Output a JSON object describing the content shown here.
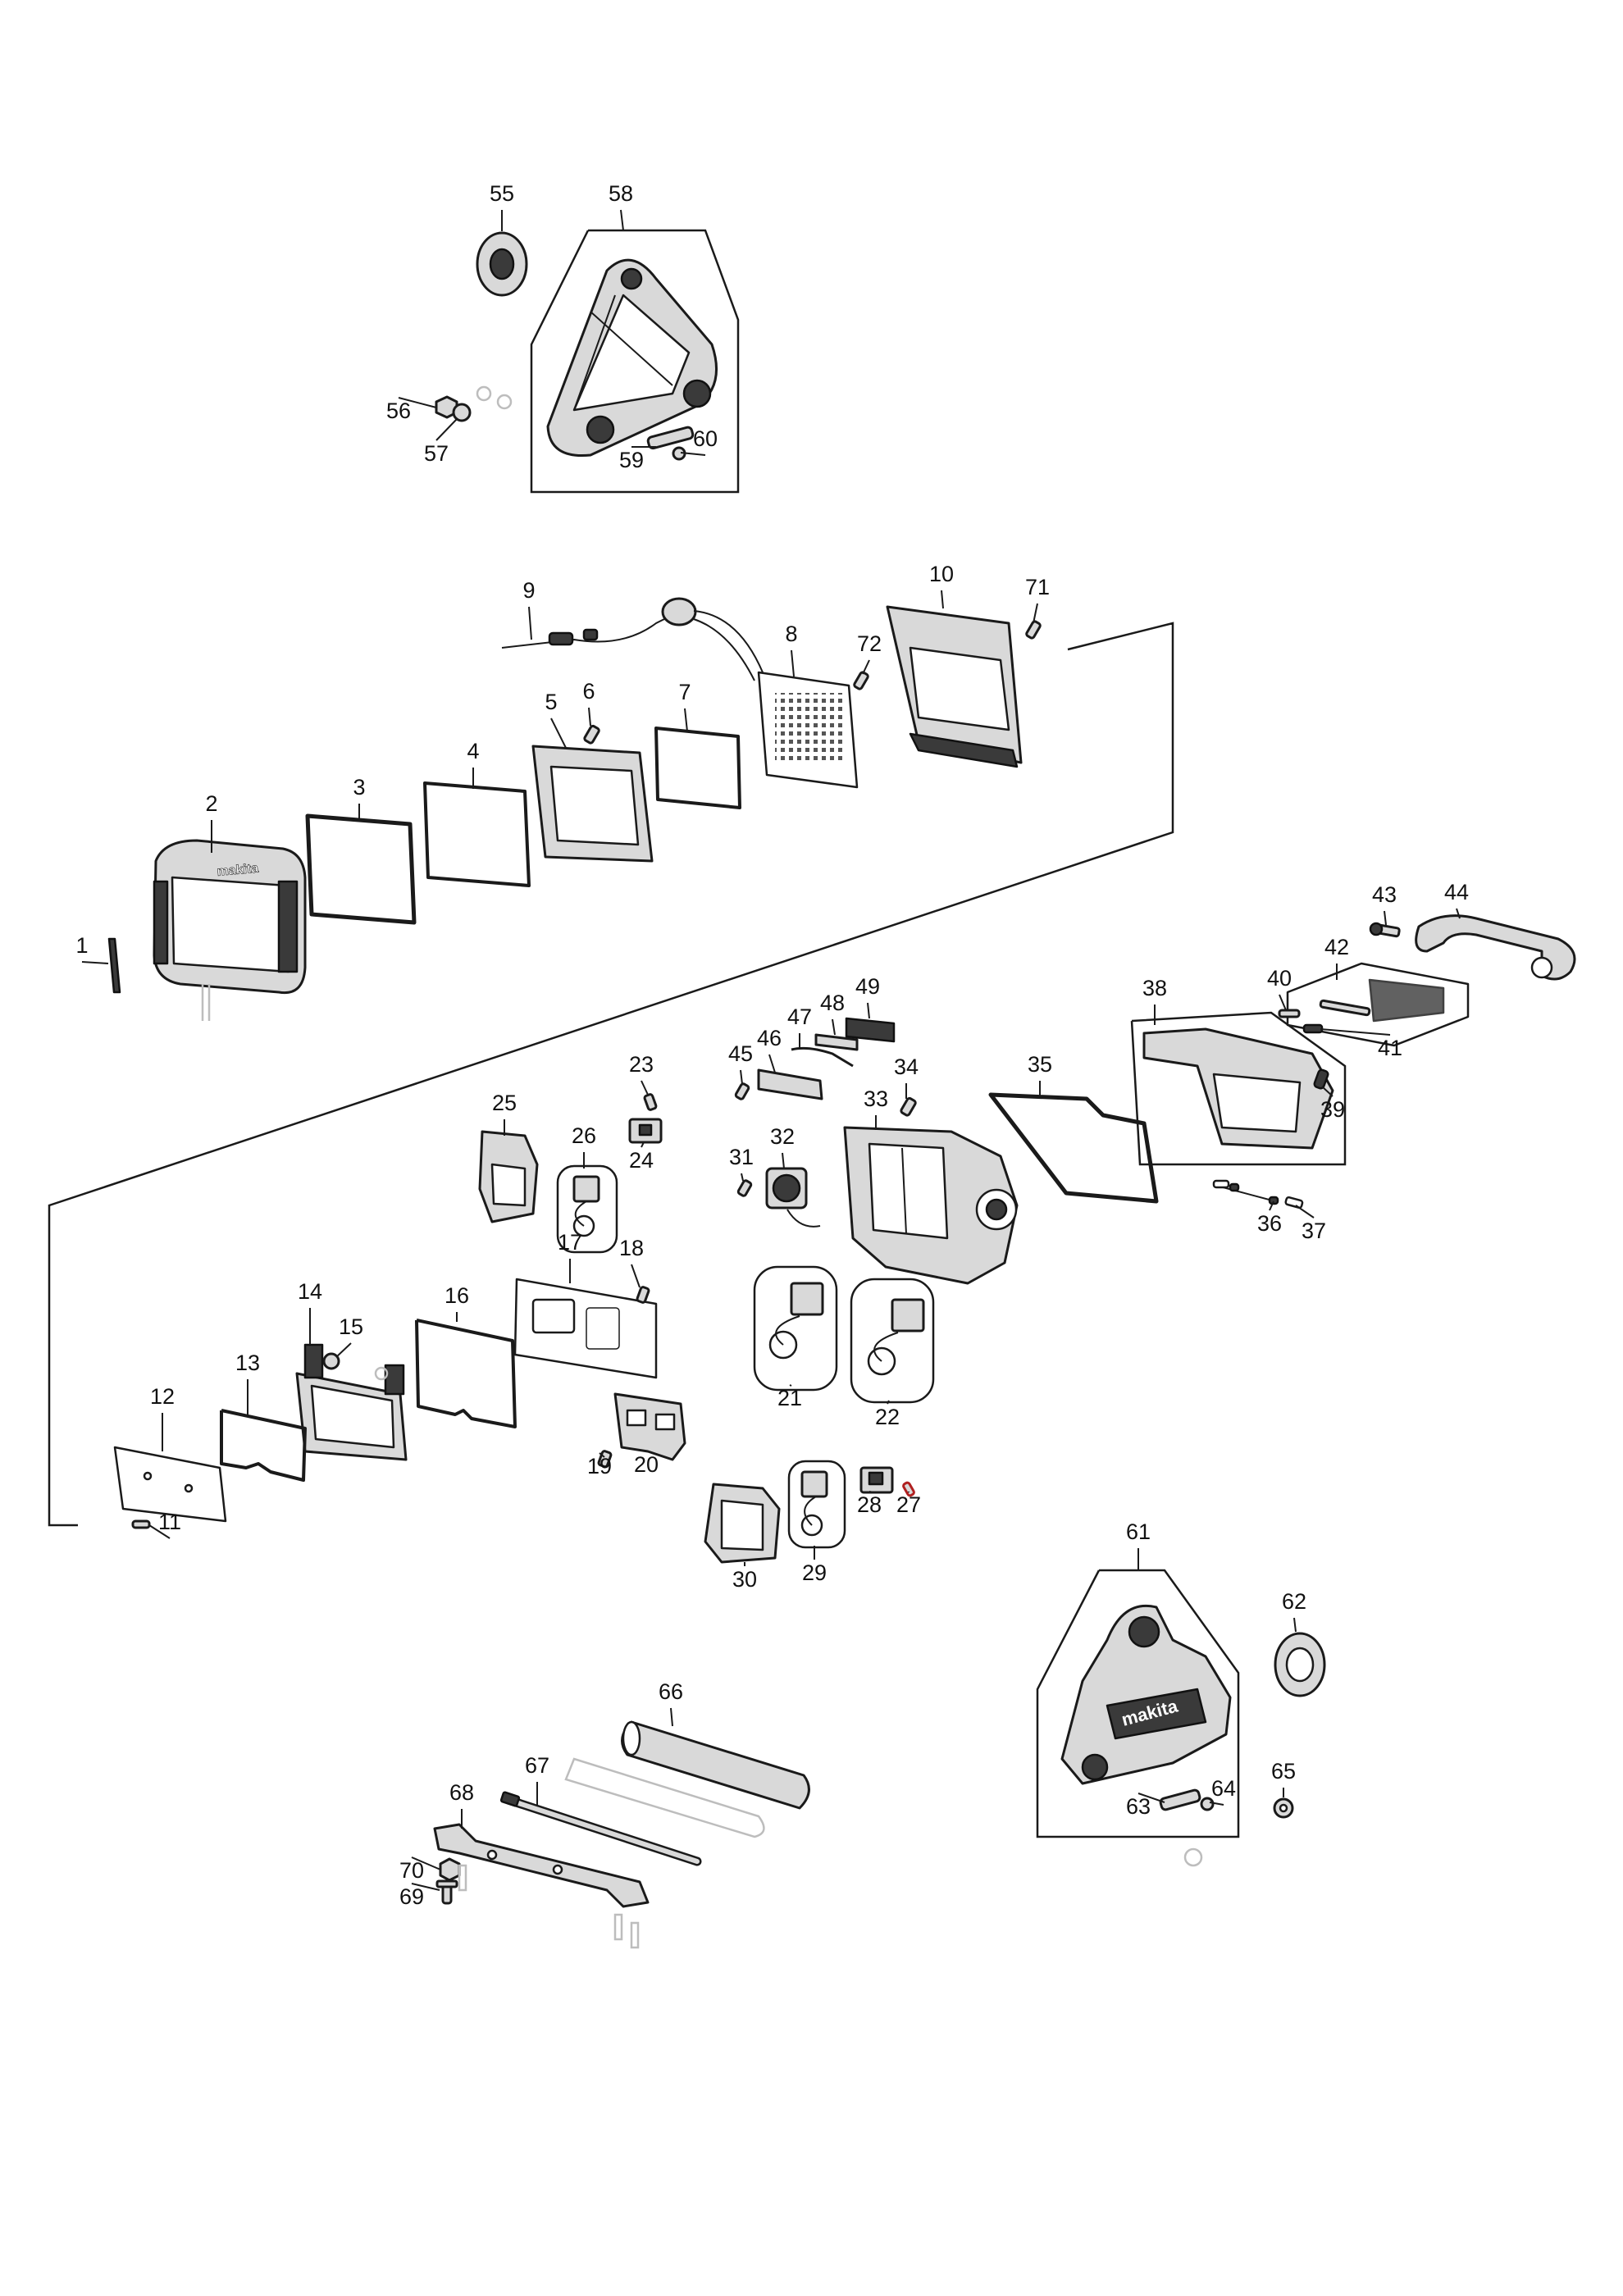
{
  "colors": {
    "ink": "#1a1a1a",
    "fill": "#d9d9d9",
    "dark": "#3a3a3a",
    "ghost": "#bdbdbd"
  },
  "brand_marks": [
    "makita",
    "makita"
  ],
  "parts": [
    {
      "label": "1",
      "shape": "clip",
      "leader": true
    },
    {
      "label": "2",
      "shape": "front-housing-with-logo",
      "leader": true
    },
    {
      "label": "3",
      "shape": "lens-plate",
      "leader": true
    },
    {
      "label": "4",
      "shape": "gasket",
      "leader": true
    },
    {
      "label": "5",
      "shape": "frame",
      "leader": true
    },
    {
      "label": "6",
      "shape": "screw",
      "leader": true
    },
    {
      "label": "7",
      "shape": "gasket",
      "leader": true
    },
    {
      "label": "8",
      "shape": "led-board",
      "leader": true
    },
    {
      "label": "9",
      "shape": "cable",
      "leader": true
    },
    {
      "label": "10",
      "shape": "rear-cover",
      "leader": true
    },
    {
      "label": "11",
      "shape": "screw",
      "leader": true
    },
    {
      "label": "12",
      "shape": "plate",
      "leader": true
    },
    {
      "label": "13",
      "shape": "gasket",
      "leader": true
    },
    {
      "label": "14",
      "shape": "bracket-plate",
      "leader": true
    },
    {
      "label": "15",
      "shape": "washer",
      "leader": true
    },
    {
      "label": "16",
      "shape": "gasket",
      "leader": true
    },
    {
      "label": "17",
      "shape": "sheet",
      "leader": true
    },
    {
      "label": "18",
      "shape": "screw",
      "leader": true
    },
    {
      "label": "19",
      "shape": "screw",
      "leader": true
    },
    {
      "label": "20",
      "shape": "bracket",
      "leader": true
    },
    {
      "label": "21",
      "shape": "terminal-assembly",
      "leader": true
    },
    {
      "label": "22",
      "shape": "terminal-assembly",
      "leader": true
    },
    {
      "label": "23",
      "shape": "screw",
      "leader": true
    },
    {
      "label": "24",
      "shape": "switch-board",
      "leader": true
    },
    {
      "label": "25",
      "shape": "battery-holder",
      "leader": true
    },
    {
      "label": "26",
      "shape": "terminal-assembly",
      "leader": true
    },
    {
      "label": "27",
      "shape": "pin",
      "leader": true
    },
    {
      "label": "28",
      "shape": "switch-board",
      "leader": true
    },
    {
      "label": "29",
      "shape": "terminal-assembly",
      "leader": true
    },
    {
      "label": "30",
      "shape": "battery-holder",
      "leader": true
    },
    {
      "label": "31",
      "shape": "screw",
      "leader": true
    },
    {
      "label": "32",
      "shape": "fan",
      "leader": true
    },
    {
      "label": "33",
      "shape": "battery-housing",
      "leader": true
    },
    {
      "label": "34",
      "shape": "screw",
      "leader": true
    },
    {
      "label": "35",
      "shape": "gasket",
      "leader": true
    },
    {
      "label": "36",
      "shape": "spring",
      "leader": true
    },
    {
      "label": "37",
      "shape": "pin",
      "leader": true
    },
    {
      "label": "38",
      "shape": "cover",
      "leader": true
    },
    {
      "label": "39",
      "shape": "spring",
      "leader": true
    },
    {
      "label": "40",
      "shape": "pin",
      "leader": true
    },
    {
      "label": "41",
      "shape": "spring",
      "leader": true
    },
    {
      "label": "42",
      "shape": "filter",
      "leader": true
    },
    {
      "label": "43",
      "shape": "bolt",
      "leader": true
    },
    {
      "label": "44",
      "shape": "handle",
      "leader": true
    },
    {
      "label": "45",
      "shape": "screw",
      "leader": true
    },
    {
      "label": "46",
      "shape": "holder",
      "leader": true
    },
    {
      "label": "47",
      "shape": "wire",
      "leader": true
    },
    {
      "label": "48",
      "shape": "holder",
      "leader": true
    },
    {
      "label": "49",
      "shape": "switch",
      "leader": true
    },
    {
      "label": "55",
      "shape": "knob",
      "leader": true
    },
    {
      "label": "56",
      "shape": "nut",
      "leader": true
    },
    {
      "label": "57",
      "shape": "washer",
      "leader": true
    },
    {
      "label": "58",
      "shape": "side-cover",
      "leader": true
    },
    {
      "label": "59",
      "shape": "hinge-plate",
      "leader": true
    },
    {
      "label": "60",
      "shape": "screw",
      "leader": true
    },
    {
      "label": "61",
      "shape": "side-cover-with-logo",
      "leader": true
    },
    {
      "label": "62",
      "shape": "knob",
      "leader": true
    },
    {
      "label": "63",
      "shape": "hinge-plate",
      "leader": true
    },
    {
      "label": "64",
      "shape": "screw",
      "leader": true
    },
    {
      "label": "65",
      "shape": "washer",
      "leader": true
    },
    {
      "label": "66",
      "shape": "tube",
      "leader": true
    },
    {
      "label": "67",
      "shape": "rod",
      "leader": true
    },
    {
      "label": "68",
      "shape": "stay-bar",
      "leader": true
    },
    {
      "label": "69",
      "shape": "bolt",
      "leader": true
    },
    {
      "label": "70",
      "shape": "nut",
      "leader": true
    },
    {
      "label": "71",
      "shape": "screw",
      "leader": true
    },
    {
      "label": "72",
      "shape": "screw",
      "leader": true
    }
  ]
}
